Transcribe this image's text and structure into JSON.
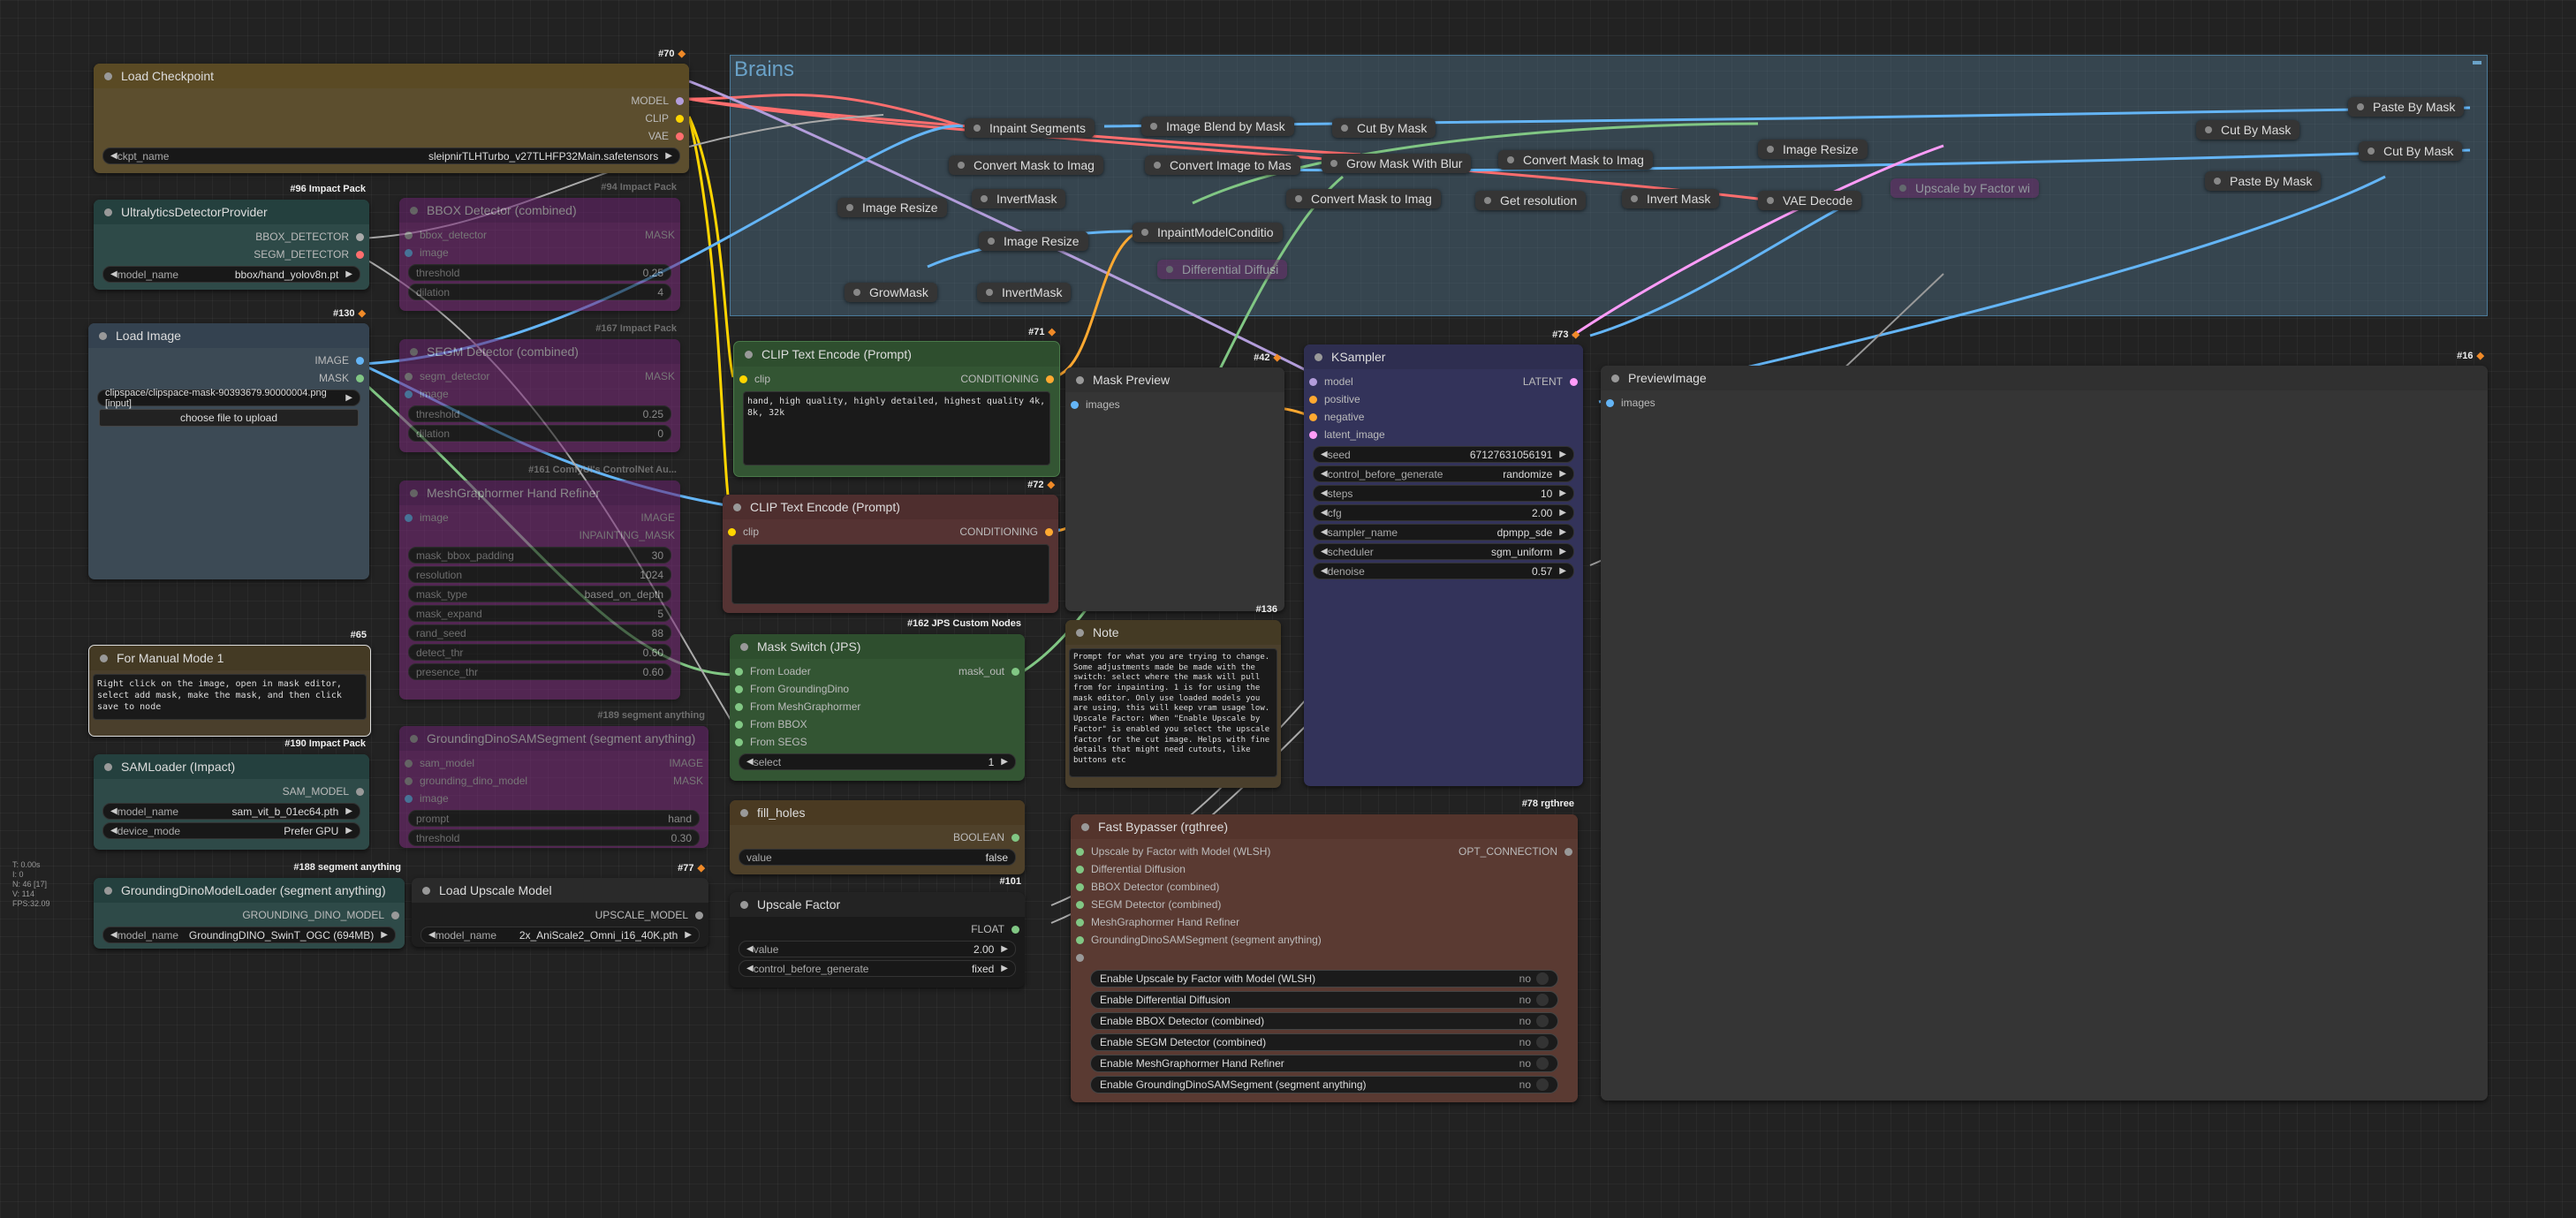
{
  "group": {
    "title": "Brains"
  },
  "load_checkpoint": {
    "title": "Load Checkpoint",
    "id_tag": "#70",
    "outputs": [
      "MODEL",
      "CLIP",
      "VAE"
    ],
    "widget_label": "ckpt_name",
    "widget_value": "sleipnirTLHTurbo_v27TLHFP32Main.safetensors"
  },
  "ultralytics": {
    "title": "UltralyticsDetectorProvider",
    "id_tag": "#96 Impact Pack",
    "outputs": [
      "BBOX_DETECTOR",
      "SEGM_DETECTOR"
    ],
    "widget_label": "model_name",
    "widget_value": "bbox/hand_yolov8n.pt"
  },
  "load_image": {
    "title": "Load Image",
    "id_tag": "#130",
    "outputs": [
      "IMAGE",
      "MASK"
    ],
    "file_value": "clipspace/clipspace-mask-90393679.90000004.png [input]",
    "upload_label": "choose file to upload"
  },
  "manual_mode": {
    "title": "For Manual Mode 1",
    "id_tag": "#65",
    "text": "Right click on the image, open in mask editor, select add mask, make the mask, and then click save to node"
  },
  "sam_loader": {
    "title": "SAMLoader (Impact)",
    "id_tag": "#190 Impact Pack",
    "output": "SAM_MODEL",
    "w1_label": "model_name",
    "w1_value": "sam_vit_b_01ec64.pth",
    "w2_label": "device_mode",
    "w2_value": "Prefer GPU"
  },
  "grounding_loader": {
    "title": "GroundingDinoModelLoader (segment anything)",
    "id_tag": "#188 segment anything",
    "output": "GROUNDING_DINO_MODEL",
    "widget_label": "model_name",
    "widget_value": "GroundingDINO_SwinT_OGC (694MB)"
  },
  "upscale_model": {
    "title": "Load Upscale Model",
    "id_tag": "#77",
    "output": "UPSCALE_MODEL",
    "widget_label": "model_name",
    "widget_value": "2x_AniScale2_Omni_i16_40K.pth"
  },
  "bbox_detector": {
    "title": "BBOX Detector (combined)",
    "id_tag": "#94 Impact Pack",
    "inputs": [
      "bbox_detector",
      "image"
    ],
    "output": "MASK",
    "widgets": [
      {
        "label": "threshold",
        "value": "0.25"
      },
      {
        "label": "dilation",
        "value": "4"
      }
    ]
  },
  "segm_detector": {
    "title": "SEGM Detector (combined)",
    "id_tag": "#167 Impact Pack",
    "inputs": [
      "segm_detector",
      "image"
    ],
    "output": "MASK",
    "widgets": [
      {
        "label": "threshold",
        "value": "0.25"
      },
      {
        "label": "dilation",
        "value": "0"
      }
    ]
  },
  "hand_refiner": {
    "title": "MeshGraphormer Hand Refiner",
    "id_tag": "#161 ComfyUI's ControlNet Au...",
    "input": "image",
    "outputs": [
      "IMAGE",
      "INPAINTING_MASK"
    ],
    "widgets": [
      {
        "label": "mask_bbox_padding",
        "value": "30"
      },
      {
        "label": "resolution",
        "value": "1024"
      },
      {
        "label": "mask_type",
        "value": "based_on_depth"
      },
      {
        "label": "mask_expand",
        "value": "5"
      },
      {
        "label": "rand_seed",
        "value": "88"
      },
      {
        "label": "detect_thr",
        "value": "0.60"
      },
      {
        "label": "presence_thr",
        "value": "0.60"
      }
    ]
  },
  "grounding_sam": {
    "title": "GroundingDinoSAMSegment (segment anything)",
    "id_tag": "#189 segment anything",
    "inputs": [
      "sam_model",
      "grounding_dino_model",
      "image"
    ],
    "outputs": [
      "IMAGE",
      "MASK"
    ],
    "widgets": [
      {
        "label": "prompt",
        "value": "hand"
      },
      {
        "label": "threshold",
        "value": "0.30"
      }
    ]
  },
  "clip_pos": {
    "title": "CLIP Text Encode (Prompt)",
    "id_tag": "#71",
    "input": "clip",
    "output": "CONDITIONING",
    "text": "hand, high quality, highly detailed, highest quality 4k, 8k, 32k"
  },
  "clip_neg": {
    "title": "CLIP Text Encode (Prompt)",
    "id_tag": "#72",
    "input": "clip",
    "output": "CONDITIONING",
    "text": ""
  },
  "mask_switch": {
    "title": "Mask Switch (JPS)",
    "id_tag": "#162 JPS Custom Nodes",
    "inputs": [
      "From Loader",
      "From GroundingDino",
      "From MeshGraphormer",
      "From BBOX",
      "From SEGS"
    ],
    "output": "mask_out",
    "widget_label": "select",
    "widget_value": "1"
  },
  "fill_holes": {
    "title": "fill_holes",
    "output": "BOOLEAN",
    "widget_label": "value",
    "widget_value": "false"
  },
  "upscale_factor": {
    "title": "Upscale Factor",
    "id_tag": "#101",
    "output": "FLOAT",
    "w1_label": "value",
    "w1_value": "2.00",
    "w2_label": "control_before_generate",
    "w2_value": "fixed"
  },
  "mask_preview": {
    "title": "Mask Preview",
    "id_tag": "#42",
    "input": "images"
  },
  "note": {
    "title": "Note",
    "id_tag": "#136",
    "text": "Prompt for what you are trying to change. Some adjustments made be made with the switch: select where the mask will pull from for inpainting. 1 is for using the mask editor. Only use loaded models you are using, this will keep vram usage low. Upscale Factor: When \"Enable Upscale by Factor\" is enabled you select the upscale factor for the cut image. Helps with fine details that might need cutouts, like buttons etc"
  },
  "ksampler": {
    "title": "KSampler",
    "id_tag": "#73",
    "inputs": [
      "model",
      "positive",
      "negative",
      "latent_image"
    ],
    "output": "LATENT",
    "widgets": [
      {
        "label": "seed",
        "value": "671276310561​91"
      },
      {
        "label": "control_before_generate",
        "value": "randomize"
      },
      {
        "label": "steps",
        "value": "10"
      },
      {
        "label": "cfg",
        "value": "2.00"
      },
      {
        "label": "sampler_name",
        "value": "dpmpp_sde"
      },
      {
        "label": "scheduler",
        "value": "sgm_uniform"
      },
      {
        "label": "denoise",
        "value": "0.57"
      }
    ]
  },
  "preview_image": {
    "title": "PreviewImage",
    "id_tag": "#16",
    "input": "images"
  },
  "fast_bypasser": {
    "title": "Fast Bypasser (rgthree)",
    "id_tag": "#78 rgthree",
    "inputs": [
      "Upscale by Factor with Model (WLSH)",
      "Differential Diffusion",
      "BBOX Detector (combined)",
      "SEGM Detector (combined)",
      "MeshGraphormer Hand Refiner",
      "GroundingDinoSAMSegment (segment anything)"
    ],
    "output": "OPT_CONNECTION",
    "toggles": [
      {
        "label": "Enable Upscale by Factor with Model (WLSH)",
        "value": "no"
      },
      {
        "label": "Enable Differential Diffusion",
        "value": "no"
      },
      {
        "label": "Enable BBOX Detector (combined)",
        "value": "no"
      },
      {
        "label": "Enable SEGM Detector (combined)",
        "value": "no"
      },
      {
        "label": "Enable MeshGraphormer Hand Refiner",
        "value": "no"
      },
      {
        "label": "Enable GroundingDinoSAMSegment (segment anything)",
        "value": "no"
      }
    ]
  },
  "mini_nodes": {
    "inpaint_segments": "Inpaint Segments",
    "image_blend": "Image Blend by Mask",
    "cut_by_mask_1": "Cut By Mask",
    "convert_mask_1": "Convert Mask to Imag",
    "convert_image": "Convert Image to Mas",
    "grow_mask_blur": "Grow Mask With Blur",
    "convert_mask_2": "Convert Mask to Imag",
    "image_resize_1": "Image Resize",
    "cut_by_mask_2": "Cut By Mask",
    "paste_by_mask_1": "Paste By Mask",
    "cut_by_mask_3": "Cut By Mask",
    "paste_by_mask_2": "Paste By Mask",
    "invert_mask_1": "InvertMask",
    "convert_mask_3": "Convert Mask to Imag",
    "get_resolution": "Get resolution",
    "invert_mask_2": "Invert Mask",
    "vae_decode": "VAE Decode",
    "image_resize_2": "Image Resize",
    "image_resize_3": "Image Resize",
    "inpaint_model_cond": "InpaintModelConditio",
    "grow_mask": "GrowMask",
    "invert_mask_3": "InvertMask",
    "upscale_by_factor": "Upscale by Factor wi",
    "differential_diffusion": "Differential Diffusi"
  },
  "stats": {
    "line1": "T: 0.00s",
    "line2": "I: 0",
    "line3": "N: 46 [17]",
    "line4": "V: 114",
    "line5": "FPS:32.09"
  },
  "colors": {
    "model": "#b39ddb",
    "clip": "#ffd500",
    "vae": "#ff6e6e",
    "image": "#64b5f6",
    "mask": "#81c784",
    "conditioning": "#ffa931",
    "latent": "#ff9cf9"
  }
}
